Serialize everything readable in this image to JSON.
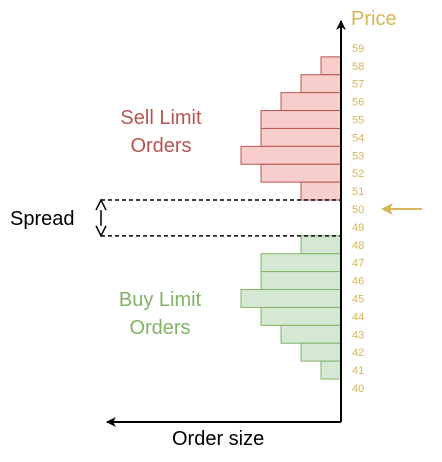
{
  "chart_data": {
    "type": "bar",
    "orientation": "horizontal",
    "title": "",
    "price_axis_label": "Price",
    "xlabel": "Order size",
    "categories": [
      "59",
      "58",
      "57",
      "56",
      "55",
      "54",
      "53",
      "52",
      "51",
      "50",
      "49",
      "48",
      "47",
      "46",
      "45",
      "44",
      "43",
      "42",
      "41",
      "40"
    ],
    "series": [
      {
        "name": "Sell Limit Orders",
        "label_lines": [
          "Sell Limit",
          "Orders"
        ],
        "prices": [
          58,
          57,
          56,
          55,
          54,
          53,
          52,
          51
        ],
        "values": [
          1,
          2,
          3,
          4,
          4,
          5,
          4,
          2
        ],
        "color": "#b85450",
        "fill": "#f8cecc"
      },
      {
        "name": "Buy Limit Orders",
        "label_lines": [
          "Buy Limit",
          "Orders"
        ],
        "prices": [
          48,
          47,
          46,
          45,
          44,
          43,
          42,
          41
        ],
        "values": [
          2,
          4,
          4,
          5,
          4,
          3,
          2,
          1
        ],
        "color": "#82b366",
        "fill": "#d5e8d4"
      }
    ],
    "spread": {
      "label": "Spread",
      "from_price": 50.5,
      "to_price": 48.5
    },
    "current_price_marker": 50,
    "tick_color": "#d6b656"
  }
}
